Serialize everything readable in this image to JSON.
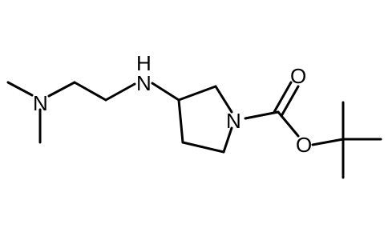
{
  "structure": {
    "atoms": [
      {
        "id": "n_dimethyl",
        "symbol": "N"
      },
      {
        "id": "n_amine",
        "symbol": "N"
      },
      {
        "id": "h_amine",
        "symbol": "H"
      },
      {
        "id": "n_ring",
        "symbol": "N"
      },
      {
        "id": "o_carbonyl",
        "symbol": "O"
      },
      {
        "id": "o_ester",
        "symbol": "O"
      }
    ]
  }
}
